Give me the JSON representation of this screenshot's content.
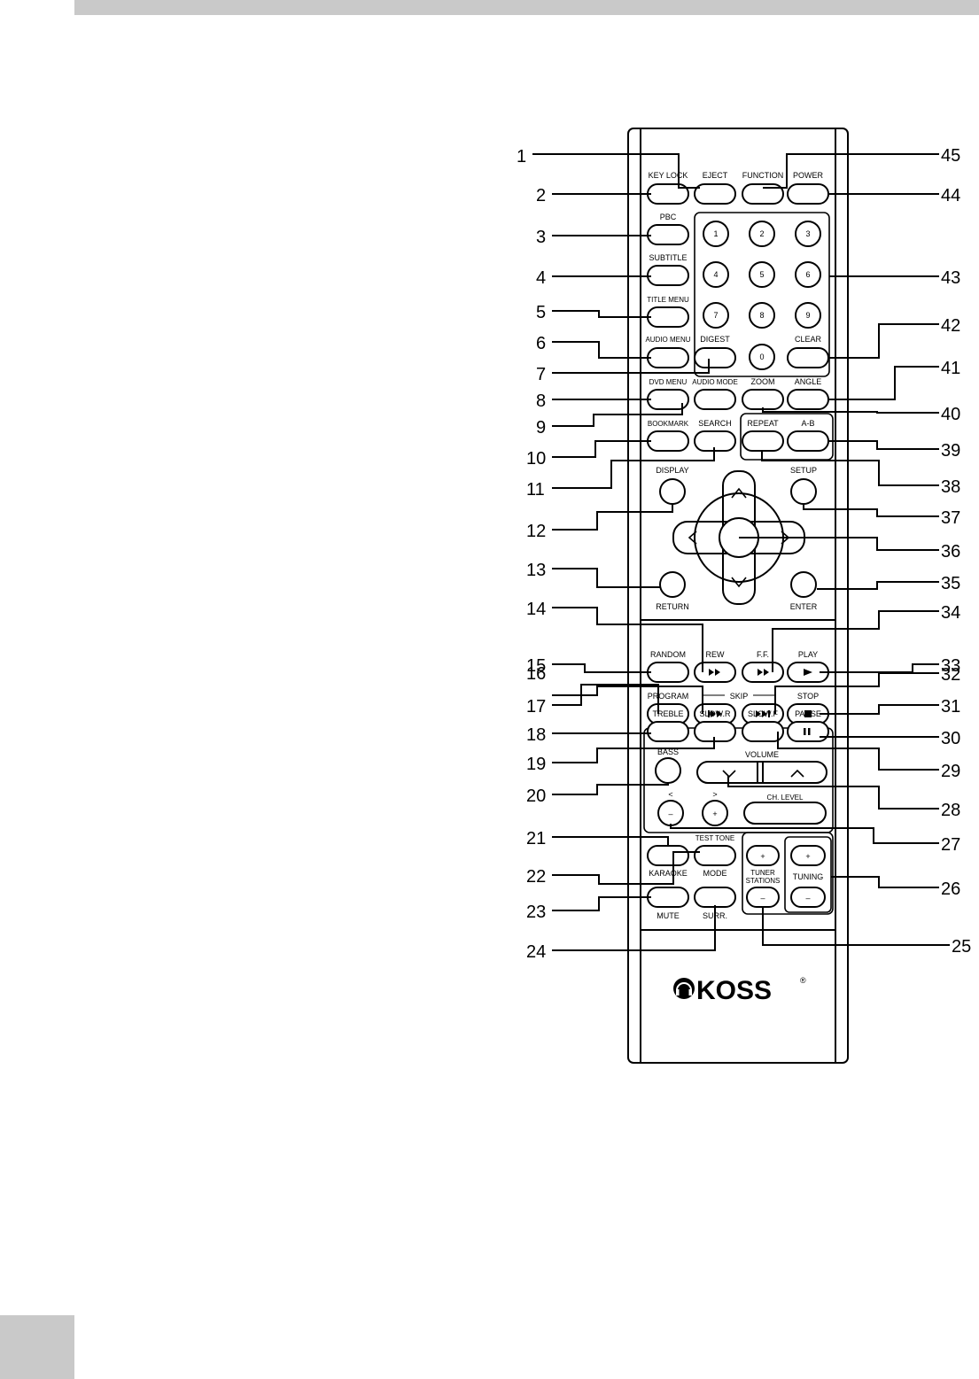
{
  "brand": "KOSS",
  "registered_mark": "®",
  "buttons": {
    "key_lock": "KEY LOCK",
    "eject": "EJECT",
    "function": "FUNCTION",
    "power": "POWER",
    "pbc": "PBC",
    "subtitle": "SUBTITLE",
    "title_menu": "TITLE MENU",
    "audio_menu": "AUDIO MENU",
    "digest": "DIGEST",
    "clear": "CLEAR",
    "dvd_menu": "DVD MENU",
    "audio_mode": "AUDIO MODE",
    "zoom": "ZOOM",
    "angle": "ANGLE",
    "bookmark": "BOOKMARK",
    "search": "SEARCH",
    "repeat": "REPEAT",
    "a_b": "A-B",
    "display": "DISPLAY",
    "setup": "SETUP",
    "return": "RETURN",
    "enter": "ENTER",
    "random": "RANDOM",
    "rew": "REW",
    "ff": "F.F.",
    "play": "PLAY",
    "skip": "SKIP",
    "program": "PROGRAM",
    "stop": "STOP",
    "treble": "TREBLE",
    "slow_r": "SLOW.R",
    "slow_f": "SLOW.F",
    "pause": "PAUSE",
    "bass": "BASS",
    "volume": "VOLUME",
    "less": "<",
    "greater": ">",
    "ch_level": "CH. LEVEL",
    "test_tone": "TEST TONE",
    "karaoke": "KARAOKE",
    "mode": "MODE",
    "tuner": "TUNER",
    "stations": "STATIONS",
    "tuning": "TUNING",
    "mute": "MUTE",
    "surr": "SURR.",
    "plus": "+",
    "minus": "–",
    "digits": [
      "1",
      "2",
      "3",
      "4",
      "5",
      "6",
      "7",
      "8",
      "9",
      "0"
    ]
  },
  "callouts": [
    "1",
    "2",
    "3",
    "4",
    "5",
    "6",
    "7",
    "8",
    "9",
    "10",
    "11",
    "12",
    "13",
    "14",
    "15",
    "16",
    "17",
    "18",
    "19",
    "20",
    "21",
    "22",
    "23",
    "24",
    "25",
    "26",
    "27",
    "28",
    "29",
    "30",
    "31",
    "32",
    "33",
    "34",
    "35",
    "36",
    "37",
    "38",
    "39",
    "40",
    "41",
    "42",
    "43",
    "44",
    "45"
  ]
}
